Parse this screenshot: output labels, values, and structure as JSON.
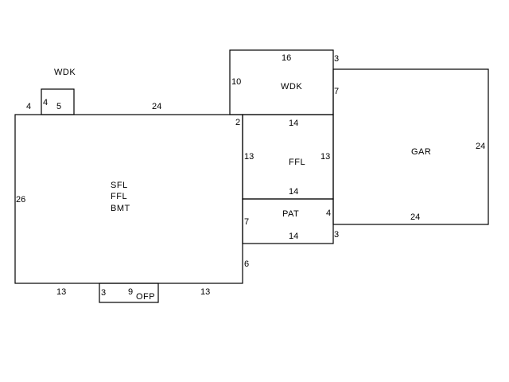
{
  "rooms": {
    "main": {
      "line1": "SFL",
      "line2": "FFL",
      "line3": "BMT"
    },
    "wdk_small": "WDK",
    "wdk_upper": "WDK",
    "ffl": "FFL",
    "pat": "PAT",
    "gar": "GAR",
    "ofp": "OFP"
  },
  "dimensions": {
    "main_top_left": "4",
    "main_top": "24",
    "main_left": "26",
    "main_bottom_left": "13",
    "main_bottom_right": "13",
    "main_right_lower": "6",
    "wdk_small_height": "4",
    "wdk_small_width": "5",
    "wdk_upper_top": "16",
    "wdk_upper_left": "10",
    "wdk_upper_right": "7",
    "wdk_upper_corner": "3",
    "ffl_offset": "2",
    "ffl_top": "14",
    "ffl_left": "13",
    "ffl_right": "13",
    "ffl_bottom": "14",
    "pat_left": "7",
    "pat_right": "4",
    "pat_bottom": "14",
    "pat_corner": "3",
    "gar_right": "24",
    "gar_bottom": "24",
    "ofp_depth": "3",
    "ofp_width": "9"
  }
}
